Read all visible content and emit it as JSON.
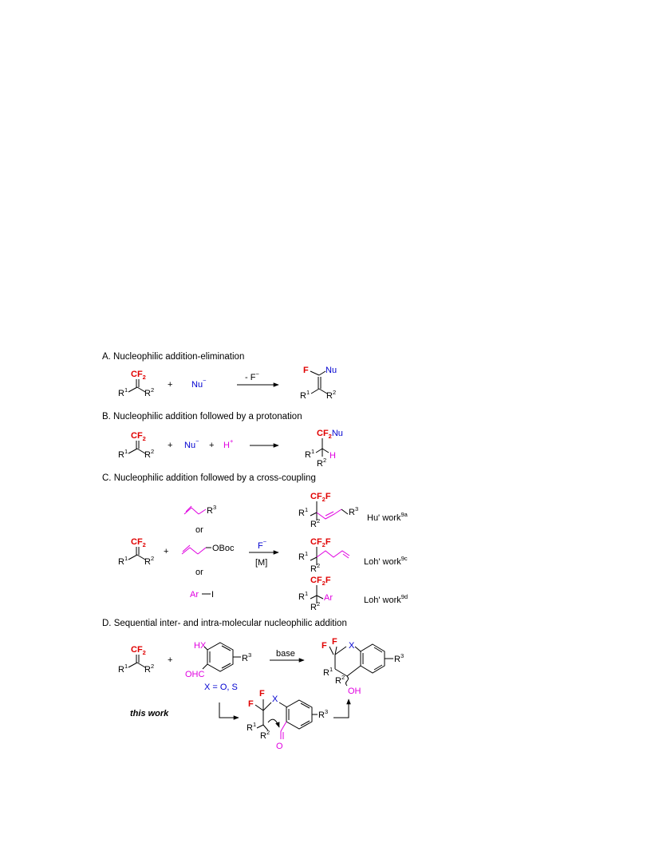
{
  "sections": {
    "a": {
      "title": "A. Nucleophilic addition-elimination",
      "arrow_label": "- F",
      "arrow_label_charge": "−"
    },
    "b": {
      "title": "B. Nucleophilic addition followed by a protonation"
    },
    "c": {
      "title": "C. Nucleophilic addition followed by a cross-coupling",
      "arrow_top": "F",
      "arrow_top_charge": "−",
      "arrow_bottom": "[M]"
    },
    "d": {
      "title": "D. Sequential inter- and intra-molecular nucleophilic addition",
      "arrow_label": "base",
      "this_work": "this work"
    }
  },
  "labels": {
    "cf2": "CF",
    "sub2": "2",
    "cf2nu": "CF",
    "nu_sub": "Nu",
    "cf2f": "CF",
    "f_tail": "F",
    "r": "R",
    "r1sup": "1",
    "r2sup": "2",
    "r3sup": "3",
    "plus": "+",
    "or": "or",
    "nu": "Nu",
    "nu_charge": "−",
    "h": "H",
    "h_charge": "+",
    "f": "F",
    "x": "X",
    "hx": "HX",
    "ohc": "OHC",
    "oh": "OH",
    "o": "O",
    "obooc": "OBoc",
    "ar": "Ar",
    "ar_i": "I",
    "x_def": "X = O, S"
  },
  "refs": {
    "hu": "Hu' work",
    "hu_sup": "9a",
    "loh1": "Loh' work",
    "loh1_sup": "9c",
    "loh2": "Loh' work",
    "loh2_sup": "9d"
  },
  "colors": {
    "red": "#e00000",
    "blue": "#0000d0",
    "magenta": "#e000e0",
    "black": "#000000"
  }
}
